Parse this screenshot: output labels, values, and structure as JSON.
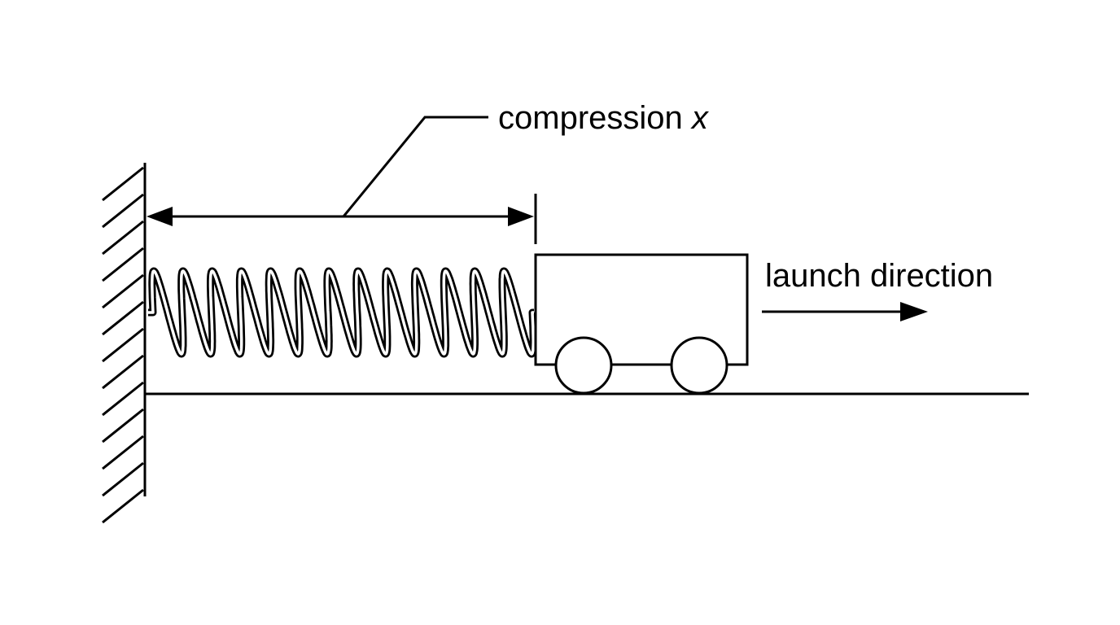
{
  "labels": {
    "compression_word": "compression",
    "compression_var": "x",
    "launch": "launch direction"
  },
  "colors": {
    "ink": "#000000",
    "background": "#ffffff"
  },
  "parts": {
    "spring_turns": 13,
    "wheels": 2
  }
}
